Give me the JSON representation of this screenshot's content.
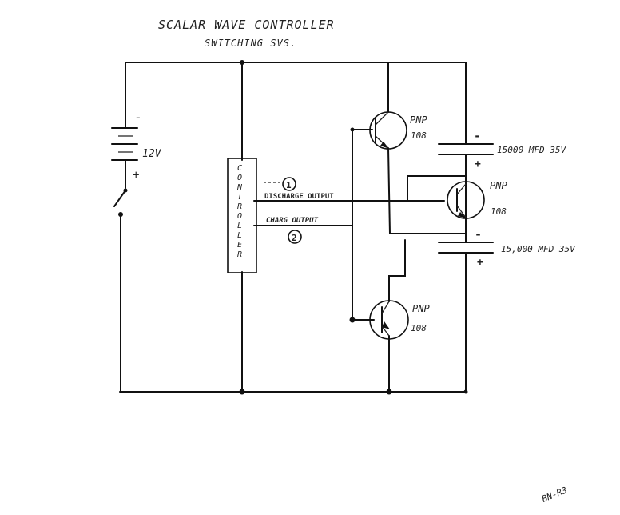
{
  "title_line1": "SCALAR WAVE CONTROLLER",
  "title_line2": "SWITCHING SVS.",
  "battery": {
    "label": "12V",
    "minus": "-",
    "plus": "+"
  },
  "controller": {
    "label": "CONTROLLER"
  },
  "outputs": {
    "marker1": "1",
    "discharge_label": "DISCHARGE OUTPUT",
    "charge_label": "CHARG OUTPUT",
    "marker2": "2"
  },
  "transistors": {
    "top": {
      "type": "PNP",
      "model": "108"
    },
    "middle": {
      "type": "PNP",
      "model": "108"
    },
    "bottom": {
      "type": "PNP",
      "model": "108"
    }
  },
  "capacitors": {
    "top": {
      "label": "15000 MFD 35V",
      "minus": "-",
      "plus": "+"
    },
    "bottom": {
      "label": "15,000 MFD 35V",
      "minus": "-",
      "plus": "+"
    }
  },
  "corner_note": "BN-R3",
  "colors": {
    "ink": "#111111",
    "paper": "#ffffff"
  }
}
